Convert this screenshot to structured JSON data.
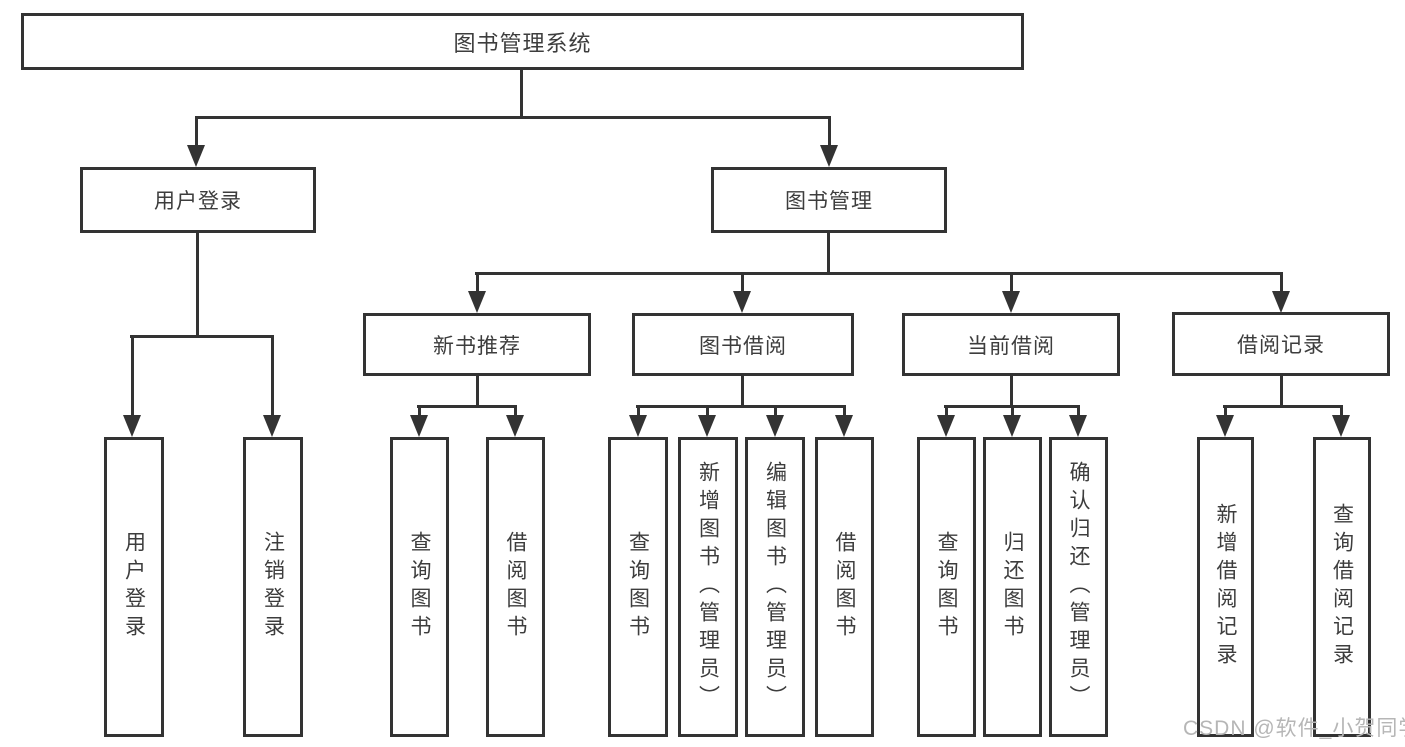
{
  "diagram": {
    "title": "图书管理系统",
    "type": "hierarchy-tree",
    "tree": {
      "root": "图书管理系统",
      "children": [
        {
          "label": "用户登录",
          "children": [
            "用户登录",
            "注销登录"
          ]
        },
        {
          "label": "图书管理",
          "children": [
            {
              "label": "新书推荐",
              "children": [
                "查询图书",
                "借阅图书"
              ]
            },
            {
              "label": "图书借阅",
              "children": [
                "查询图书",
                "新增图书（管理员）",
                "编辑图书（管理员）",
                "借阅图书"
              ]
            },
            {
              "label": "当前借阅",
              "children": [
                "查询图书",
                "归还图书",
                "确认归还（管理员）"
              ]
            },
            {
              "label": "借阅记录",
              "children": [
                "新增借阅记录",
                "查询借阅记录"
              ]
            }
          ]
        }
      ]
    }
  },
  "watermark": "CSDN @软件_小贺同学",
  "colors": {
    "line": "#333333",
    "text": "#3d3d3d",
    "watermark": "#b6b6b6",
    "background": "#ffffff"
  }
}
